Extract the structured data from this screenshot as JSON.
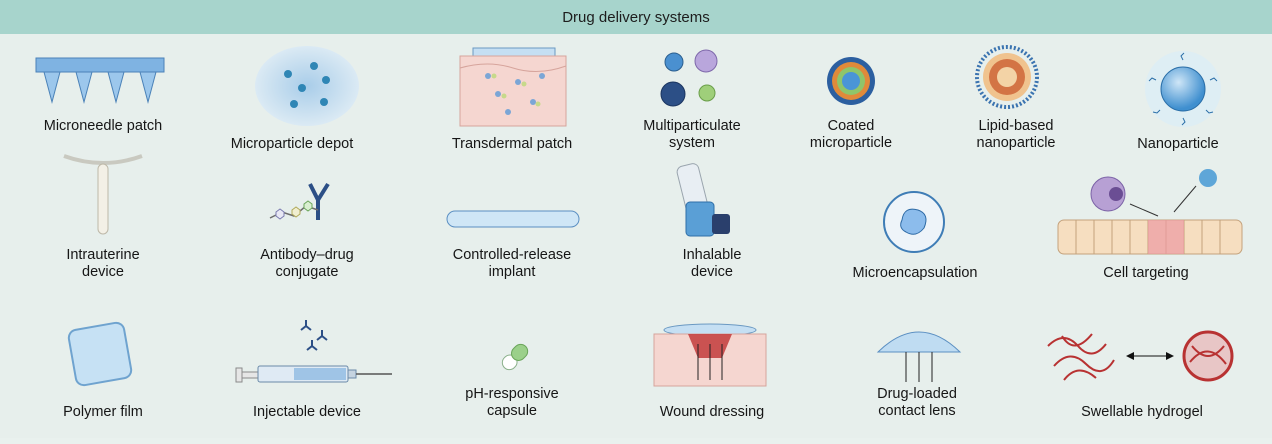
{
  "header": {
    "title": "Drug delivery systems"
  },
  "items": {
    "microneedle_patch": "Microneedle patch",
    "microparticle_depot": "Microparticle depot",
    "transdermal_patch": "Transdermal patch",
    "multiparticulate_system": "Multiparticulate\nsystem",
    "coated_microparticle": "Coated\nmicroparticle",
    "lipid_based_nanoparticle": "Lipid-based\nnanoparticle",
    "nanoparticle": "Nanoparticle",
    "intrauterine_device": "Intrauterine\ndevice",
    "antibody_drug_conjugate": "Antibody–drug\nconjugate",
    "controlled_release_implant": "Controlled-release\nimplant",
    "inhalable_device": "Inhalable\ndevice",
    "microencapsulation": "Microencapsulation",
    "cell_targeting": "Cell targeting",
    "polymer_film": "Polymer film",
    "injectable_device": "Injectable device",
    "ph_responsive_capsule": "pH-responsive\ncapsule",
    "wound_dressing": "Wound dressing",
    "drug_loaded_contact_lens": "Drug-loaded\ncontact lens",
    "swellable_hydrogel": "Swellable hydrogel"
  },
  "colors": {
    "banner": "#a7d4cc",
    "panel": "#e7efec",
    "blue": "#5b9fd6",
    "dark_blue": "#2c4f86",
    "red": "#c23b3b",
    "skin": "#f2c9c3"
  }
}
